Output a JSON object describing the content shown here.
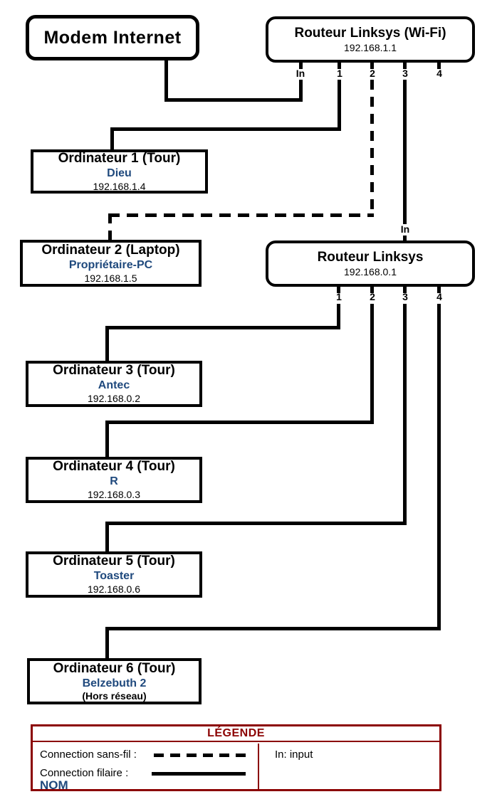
{
  "diagram": {
    "modem": {
      "title": "Modem Internet"
    },
    "router1": {
      "title": "Routeur Linksys (Wi-Fi)",
      "ip": "192.168.1.1",
      "ports": [
        "In",
        "1",
        "2",
        "3",
        "4"
      ]
    },
    "router2": {
      "title": "Routeur Linksys",
      "ip": "192.168.0.1",
      "in_label": "In",
      "ports": [
        "1",
        "2",
        "3",
        "4"
      ]
    },
    "computers": [
      {
        "title": "Ordinateur 1 (Tour)",
        "name": "Dieu",
        "detail": "192.168.1.4"
      },
      {
        "title": "Ordinateur 2 (Laptop)",
        "name": "Propriétaire-PC",
        "detail": "192.168.1.5"
      },
      {
        "title": "Ordinateur 3 (Tour)",
        "name": "Antec",
        "detail": "192.168.0.2"
      },
      {
        "title": "Ordinateur 4 (Tour)",
        "name": "R",
        "detail": "192.168.0.3"
      },
      {
        "title": "Ordinateur 5 (Tour)",
        "name": "Toaster",
        "detail": "192.168.0.6"
      },
      {
        "title": "Ordinateur 6 (Tour)",
        "name": "Belzebuth 2",
        "detail": "(Hors réseau)"
      }
    ],
    "legend": {
      "title": "LÉGENDE",
      "wireless_label": "Connection sans-fil :",
      "wired_label": "Connection filaire :",
      "name_label": "NOM",
      "note": "In: input"
    },
    "colors": {
      "name_blue": "#1F497D",
      "legend_red": "#8B0000",
      "wire_black": "#000000",
      "background": "#FFFFFF"
    }
  }
}
